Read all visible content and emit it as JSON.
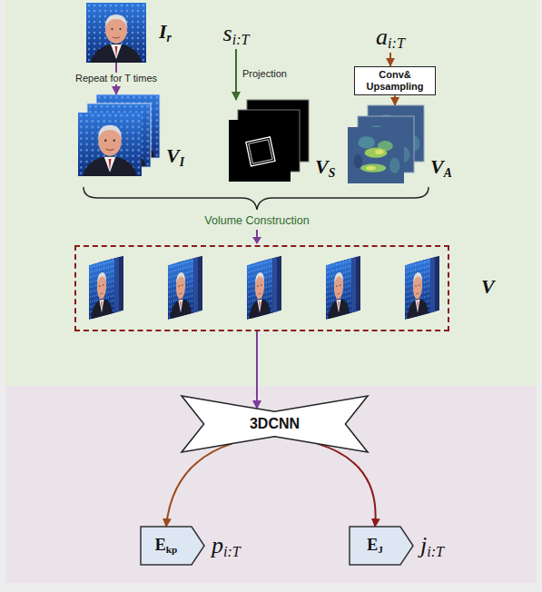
{
  "diagram": {
    "nodes": [
      {
        "text": [
          "Ir"
        ]
      },
      {
        "text": [
          "si:T"
        ]
      },
      {
        "text": [
          "ai:T"
        ]
      },
      {
        "text": [
          "Conv& Upsampling"
        ]
      },
      {
        "text": [
          "VI"
        ]
      },
      {
        "text": [
          "VS"
        ]
      },
      {
        "text": [
          "VA"
        ]
      },
      {
        "text": [
          "V"
        ]
      },
      {
        "text": [
          "3DCNN"
        ]
      },
      {
        "text": [
          "Ekp",
          "pi:T"
        ]
      },
      {
        "text": [
          "EJ",
          "ji:T"
        ]
      }
    ],
    "edges": [
      {
        "from": 0,
        "to": 4,
        "arrow": "to",
        "label": "Repeat for T times"
      },
      {
        "from": 1,
        "to": 5,
        "arrow": "to",
        "label": "Projection"
      },
      {
        "from": 2,
        "to": 3,
        "arrow": "to"
      },
      {
        "from": 3,
        "to": 6,
        "arrow": "to"
      },
      {
        "from": 7,
        "to": 8,
        "arrow": "to"
      },
      {
        "from": 8,
        "to": 9,
        "arrow": "to"
      },
      {
        "from": 8,
        "to": 10,
        "arrow": "to"
      }
    ],
    "labels": [
      "Volume Construction"
    ]
  }
}
